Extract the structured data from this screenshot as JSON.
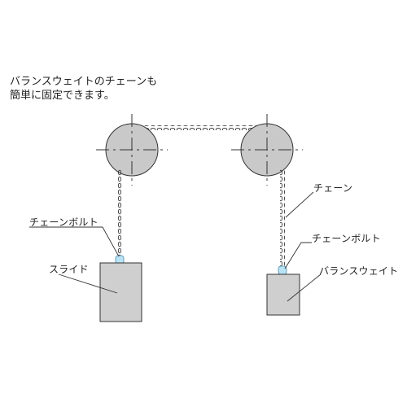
{
  "caption": {
    "line1": "バランスウェイトのチェーンも",
    "line2": "簡単に固定できます。"
  },
  "labels": {
    "chain": "チェーン",
    "chain_bolt_left": "チェーンボルト",
    "chain_bolt_right": "チェーンボルト",
    "slide": "スライド",
    "balance_weight": "バランスウェイト"
  },
  "colors": {
    "sprocket_fill": "#c9c9c9",
    "block_fill": "#cfcfcf",
    "outline": "#333333",
    "bolt_fill": "#b9e4f5"
  }
}
